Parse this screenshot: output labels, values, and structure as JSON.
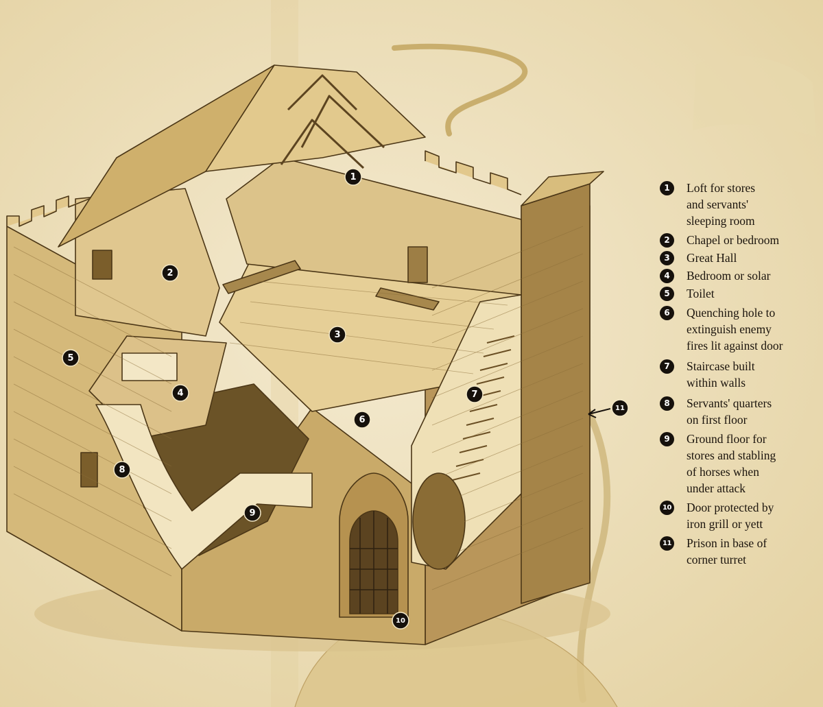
{
  "colors": {
    "paper": "#efe3bf",
    "stone_light": "#ead7a4",
    "stone_mid": "#cfb273",
    "stone_dark": "#9d7e45",
    "ink": "#4b3616",
    "marker": "#16110c"
  },
  "legend": [
    {
      "num": "1",
      "text": "Loft for stores\nand servants'\nsleeping room"
    },
    {
      "num": "2",
      "text": "Chapel or bedroom"
    },
    {
      "num": "3",
      "text": "Great Hall"
    },
    {
      "num": "4",
      "text": "Bedroom or solar"
    },
    {
      "num": "5",
      "text": "Toilet"
    },
    {
      "num": "6",
      "text": "Quenching hole to\nextinguish enemy\nfires lit against door"
    },
    {
      "num": "7",
      "text": "Staircase built\nwithin walls"
    },
    {
      "num": "8",
      "text": "Servants' quarters\non first floor"
    },
    {
      "num": "9",
      "text": "Ground floor for\nstores and stabling\nof horses when\nunder attack"
    },
    {
      "num": "10",
      "text": "Door protected by\niron grill or yett"
    },
    {
      "num": "11",
      "text": "Prison in base of\ncorner turret"
    }
  ],
  "markers": [
    {
      "num": "1"
    },
    {
      "num": "2"
    },
    {
      "num": "3"
    },
    {
      "num": "4"
    },
    {
      "num": "5"
    },
    {
      "num": "6"
    },
    {
      "num": "7"
    },
    {
      "num": "8"
    },
    {
      "num": "9"
    },
    {
      "num": "10"
    },
    {
      "num": "11"
    }
  ]
}
